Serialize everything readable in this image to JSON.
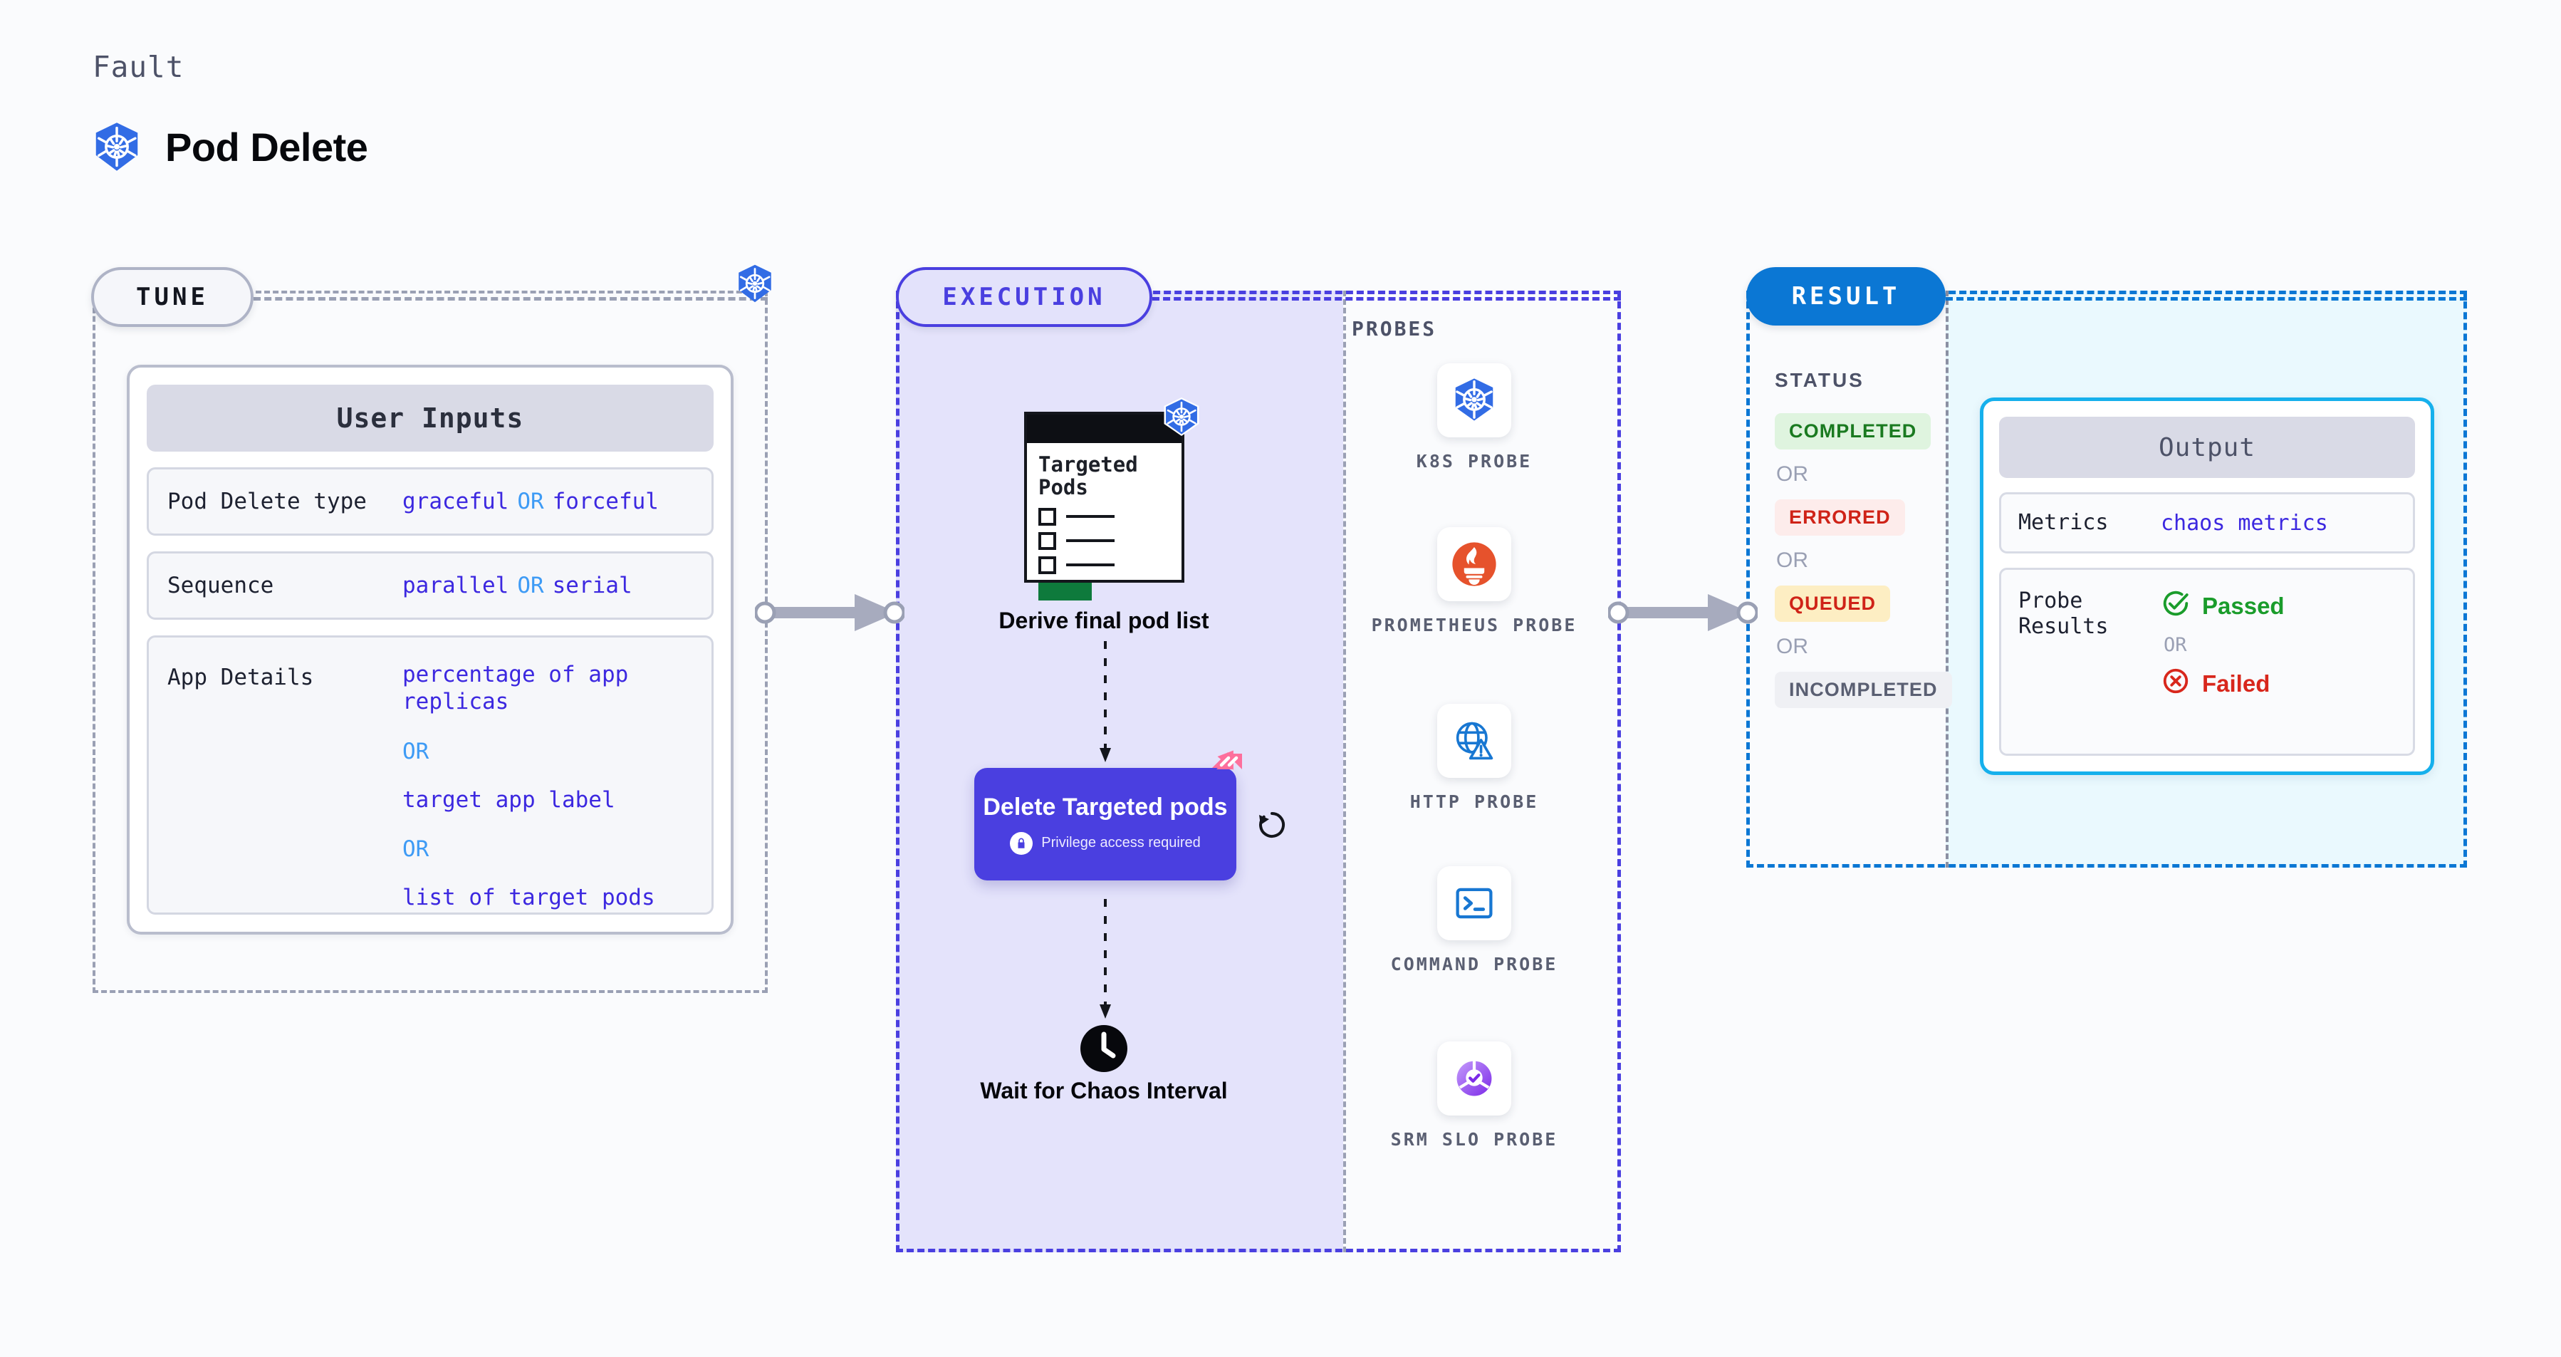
{
  "header": {
    "eyebrow": "Fault",
    "title": "Pod Delete",
    "icon": "kubernetes-icon"
  },
  "tune": {
    "badge": "TUNE",
    "platform_icon": "kubernetes-icon",
    "card": {
      "header": "User Inputs",
      "rows": [
        {
          "key": "Pod Delete type",
          "values": [
            "graceful",
            "forceful"
          ],
          "separator": "OR"
        },
        {
          "key": "Sequence",
          "values": [
            "parallel",
            "serial"
          ],
          "separator": "OR"
        },
        {
          "key": "App Details",
          "values": [
            "percentage of app replicas",
            "target app label",
            "list of target pods"
          ],
          "separator": "OR"
        }
      ]
    }
  },
  "execution": {
    "badge": "EXECUTION",
    "steps": [
      {
        "caption": "Derive final pod list",
        "card_title": "Targeted Pods",
        "icon": "kubernetes-icon",
        "checkbox_count": 3
      },
      {
        "caption": "Delete Targeted pods",
        "note": "Privilege access required",
        "note_icon": "lock-icon",
        "badge_icon": "harness-chaos-icon",
        "retry_icon": "retry-loop-icon"
      },
      {
        "caption": "Wait for Chaos Interval",
        "icon": "clock-icon"
      }
    ]
  },
  "probes": {
    "title": "PROBES",
    "items": [
      {
        "label": "K8S PROBE",
        "icon": "kubernetes-icon"
      },
      {
        "label": "PROMETHEUS PROBE",
        "icon": "prometheus-icon"
      },
      {
        "label": "HTTP PROBE",
        "icon": "http-globe-warning-icon"
      },
      {
        "label": "COMMAND PROBE",
        "icon": "terminal-icon"
      },
      {
        "label": "SRM SLO PROBE",
        "icon": "srm-slo-donut-icon"
      }
    ]
  },
  "result": {
    "badge": "RESULT",
    "status": {
      "title": "STATUS",
      "separator": "OR",
      "items": [
        {
          "label": "COMPLETED",
          "tone": "success"
        },
        {
          "label": "ERRORED",
          "tone": "error"
        },
        {
          "label": "QUEUED",
          "tone": "warning"
        },
        {
          "label": "INCOMPLETED",
          "tone": "neutral"
        }
      ]
    },
    "output": {
      "header": "Output",
      "metrics_key": "Metrics",
      "metrics_value": "chaos metrics",
      "probe_results_key": "Probe Results",
      "passed_label": "Passed",
      "failed_label": "Failed",
      "separator": "OR",
      "passed_icon": "check-circle-icon",
      "failed_icon": "x-circle-icon"
    }
  },
  "colors": {
    "indigo": "#4a3fe0",
    "value_blue": "#3c28e0",
    "or_blue": "#3e9bf5",
    "result_blue": "#0b77d4",
    "output_cyan": "#16b0ec",
    "success_green": "#1a9c2b",
    "error_red": "#d8271c",
    "k8s_blue": "#326ce5",
    "prometheus_orange": "#e6522c",
    "chaos_pink": "#fd6f9c"
  }
}
